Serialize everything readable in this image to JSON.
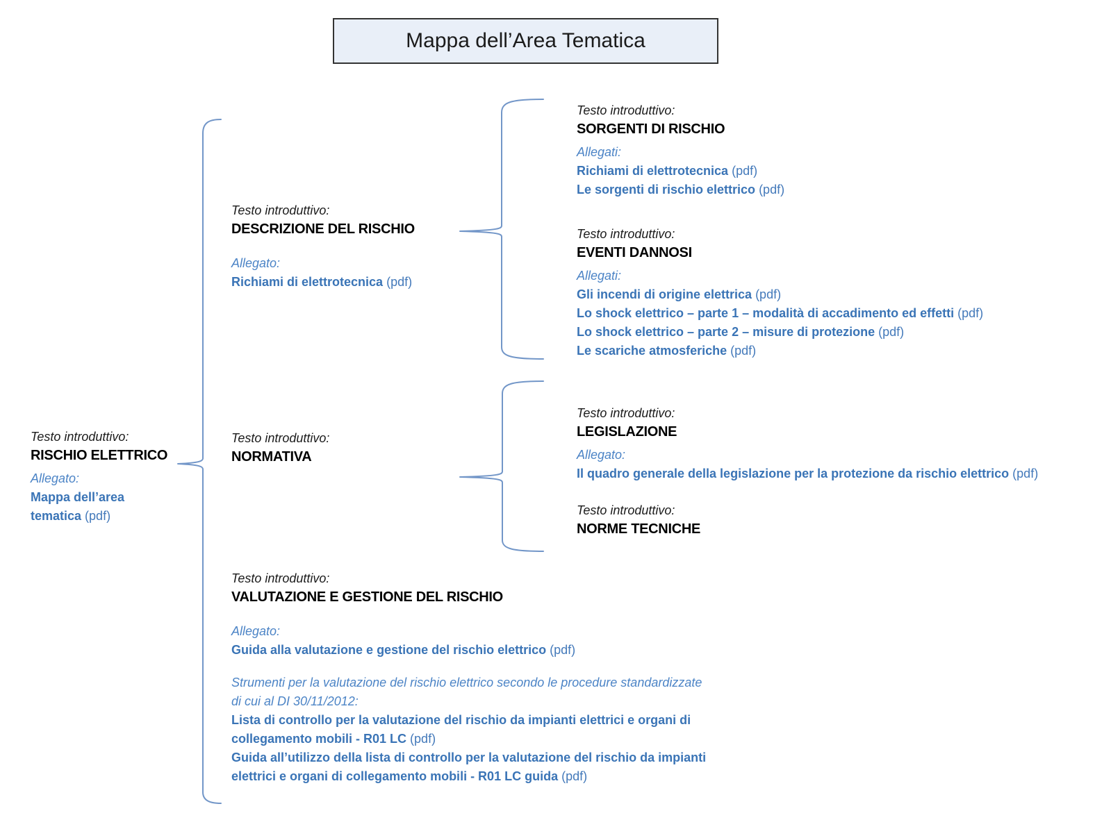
{
  "title": "Mappa dell’Area Tematica",
  "labels": {
    "intro": "Testo introduttivo:"
  },
  "colors": {
    "link_blue": "#3a74b6",
    "label_blue": "#4c84c6",
    "brace_blue": "#7296c8",
    "title_box_bg": "#e9eff8",
    "title_box_border": "#333333"
  },
  "nodes": {
    "rischio_elettrico": {
      "title": "RISCHIO ELETTRICO",
      "attachments_label": "Allegato:",
      "attachments": [
        {
          "text": "Mappa dell’area tematica",
          "suffix": "(pdf)"
        }
      ]
    },
    "descrizione": {
      "title": "DESCRIZIONE DEL RISCHIO",
      "attachments_label": "Allegato:",
      "attachments": [
        {
          "text": "Richiami di elettrotecnica",
          "suffix": " (pdf)"
        }
      ]
    },
    "normativa": {
      "title": "NORMATIVA"
    },
    "valutazione": {
      "title": "VALUTAZIONE E GESTIONE DEL RISCHIO",
      "attachments_label": "Allegato:",
      "attachments": [
        {
          "text": "Guida alla valutazione e gestione del rischio elettrico",
          "suffix": "(pdf)"
        }
      ],
      "tools_note_lines": [
        "Strumenti per la valutazione del rischio elettrico secondo le procedure standardizzate",
        "di cui al DI 30/11/2012:"
      ],
      "tools": [
        {
          "lines": [
            "Lista di controllo per la valutazione del rischio da impianti elettrici e organi di",
            "collegamento mobili - R01 LC"
          ],
          "suffix": "(pdf)"
        },
        {
          "lines": [
            "Guida all’utilizzo della lista di controllo per la valutazione del rischio da impianti",
            "elettrici e organi di collegamento mobili - R01 LC guida"
          ],
          "suffix": "(pdf)"
        }
      ]
    },
    "sorgenti": {
      "title": "SORGENTI DI RISCHIO",
      "attachments_label": "Allegati:",
      "attachments": [
        {
          "text": "Richiami di elettrotecnica",
          "suffix": "(pdf)"
        },
        {
          "text": "Le sorgenti di rischio elettrico",
          "suffix": "(pdf)"
        }
      ]
    },
    "eventi": {
      "title": "EVENTI DANNOSI",
      "attachments_label": "Allegati:",
      "attachments": [
        {
          "text": "Gli incendi di origine elettrica",
          "suffix": " (pdf)"
        },
        {
          "text": "Lo shock elettrico – parte 1 – modalità di accadimento ed effetti",
          "suffix": "(pdf)"
        },
        {
          "text": "Lo shock elettrico – parte 2 – misure di protezione",
          "suffix": "(pdf)"
        },
        {
          "text": "Le scariche atmosferiche",
          "suffix": " (pdf)"
        }
      ]
    },
    "legislazione": {
      "title": "LEGISLAZIONE",
      "attachments_label": "Allegato:",
      "attachments": [
        {
          "text": "Il quadro generale della legislazione per la protezione da rischio elettrico",
          "suffix": "(pdf)"
        }
      ]
    },
    "norme_tecniche": {
      "title": "NORME TECNICHE"
    }
  }
}
